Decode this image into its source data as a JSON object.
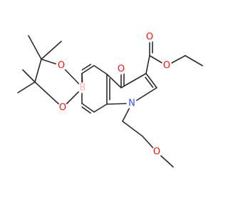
{
  "molecule": {
    "atoms": [
      {
        "id": "O_keto",
        "label": "O",
        "color": "#ff0d0d"
      },
      {
        "id": "O_carbonyl",
        "label": "O",
        "color": "#ff0d0d"
      },
      {
        "id": "O_ester",
        "label": "O",
        "color": "#ff0d0d"
      },
      {
        "id": "N1",
        "label": "N",
        "color": "#3050f8"
      },
      {
        "id": "B",
        "label": "B",
        "color": "#ffb5b5"
      },
      {
        "id": "O_b1",
        "label": "O",
        "color": "#ff0d0d"
      },
      {
        "id": "O_b2",
        "label": "O",
        "color": "#ff0d0d"
      },
      {
        "id": "O_ether",
        "label": "O",
        "color": "#ff0d0d"
      }
    ]
  }
}
